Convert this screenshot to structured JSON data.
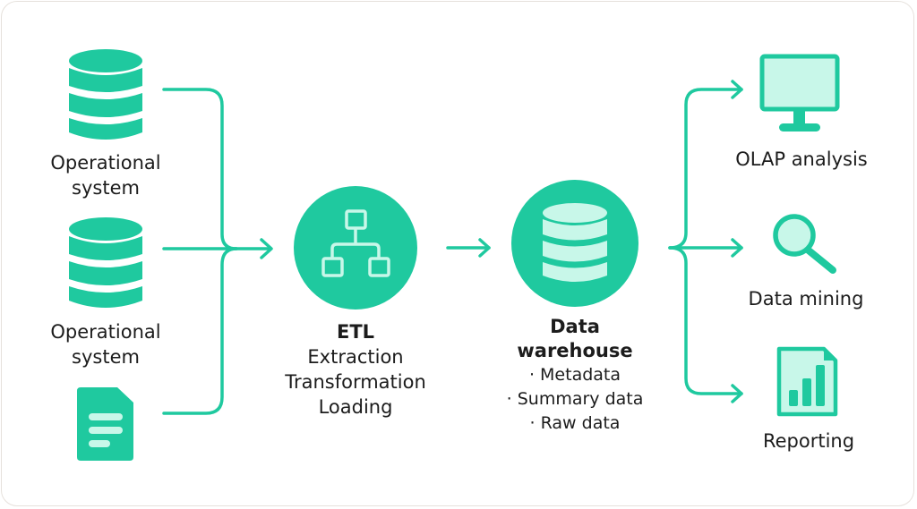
{
  "colors": {
    "accent": "#1fc99f",
    "accent_light": "#c8f7e9",
    "text": "#1c1c1c",
    "border": "#e6e1dc"
  },
  "sources": [
    {
      "icon": "database-icon",
      "label_lines": [
        "Operational",
        "system"
      ]
    },
    {
      "icon": "database-icon",
      "label_lines": [
        "Operational",
        "system"
      ]
    },
    {
      "icon": "document-icon",
      "label_lines": []
    }
  ],
  "etl": {
    "icon": "hierarchy-icon",
    "title": "ETL",
    "lines": [
      "Extraction",
      "Transformation",
      "Loading"
    ]
  },
  "warehouse": {
    "icon": "database-icon",
    "title_lines": [
      "Data",
      "warehouse"
    ],
    "items": [
      "· Metadata",
      "· Summary data",
      "· Raw data"
    ]
  },
  "outputs": [
    {
      "icon": "monitor-icon",
      "label": "OLAP analysis"
    },
    {
      "icon": "magnifier-icon",
      "label": "Data mining"
    },
    {
      "icon": "report-chart-icon",
      "label": "Reporting"
    }
  ]
}
